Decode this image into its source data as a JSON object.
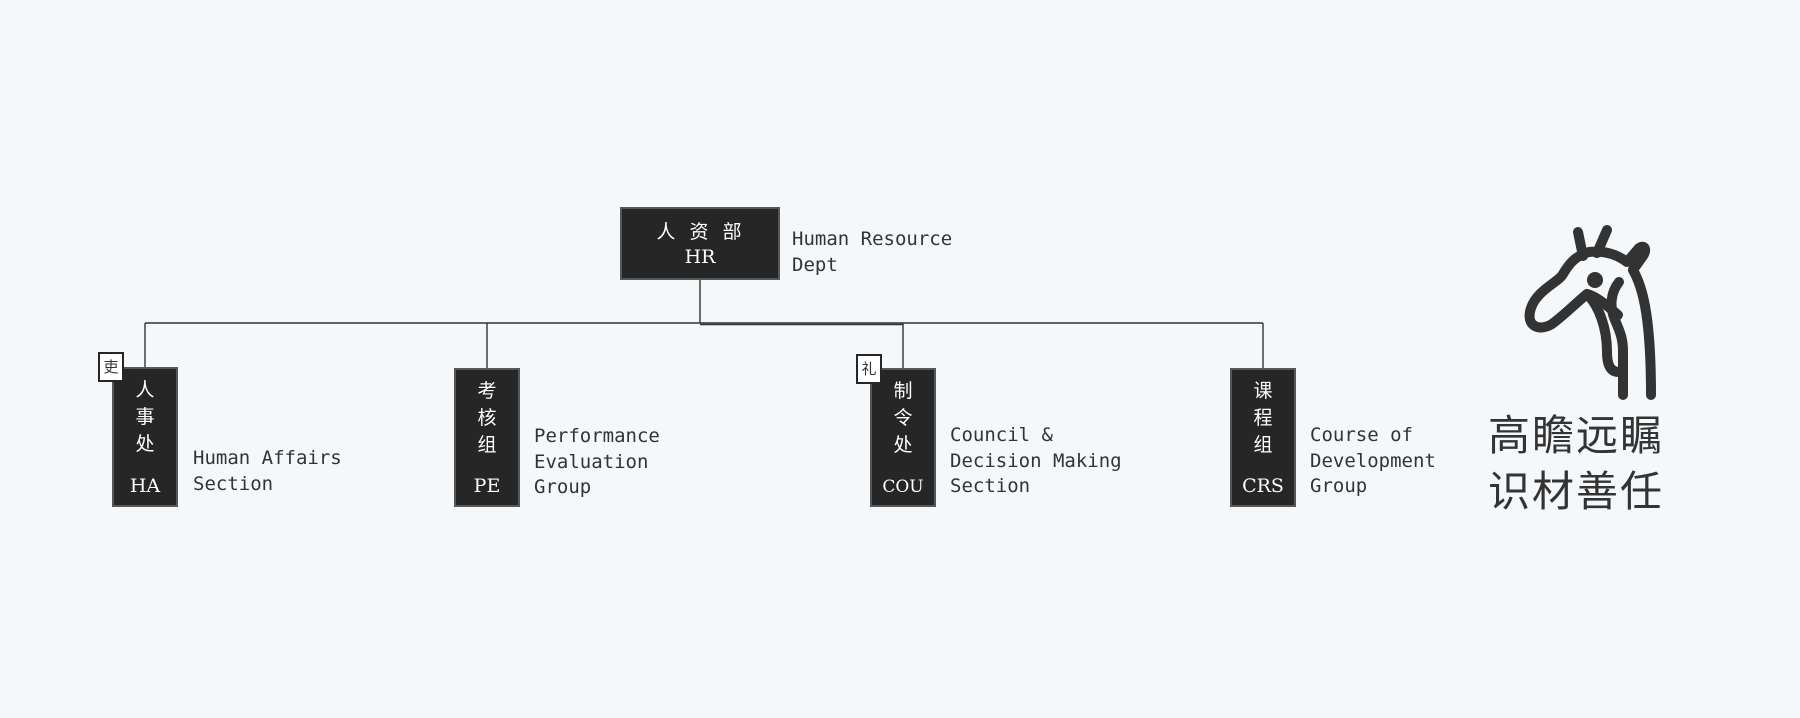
{
  "root": {
    "name_cn": "人资部",
    "code": "HR",
    "desc": "Human Resource\nDept"
  },
  "sections": [
    {
      "name_cn": "人事处",
      "code": "HA",
      "desc": "Human Affairs\nSection",
      "seal": "吏"
    },
    {
      "name_cn": "考核组",
      "code": "PE",
      "desc": "Performance\nEvaluation\nGroup",
      "seal": ""
    },
    {
      "name_cn": "制令处",
      "code": "COU",
      "desc": "Council &\nDecision Making\nSection",
      "seal": "礼"
    },
    {
      "name_cn": "课程组",
      "code": "CRS",
      "desc": "Course of\nDevelopment\nGroup",
      "seal": ""
    }
  ],
  "motto": [
    "高瞻远瞩",
    "识材善任"
  ],
  "logo_icon": "giraffe-icon",
  "colors": {
    "background": "#f4f8fb",
    "box_fill": "#262626",
    "box_border": "#575757",
    "text": "#333333",
    "line": "#333333"
  }
}
